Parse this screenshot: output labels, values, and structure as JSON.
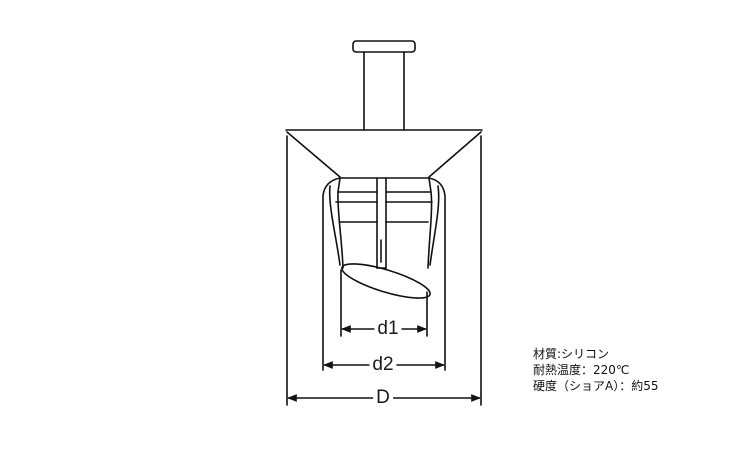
{
  "diagram": {
    "type": "technical-drawing",
    "subject": "silicone plug / stopper with pull tab",
    "line_color": "#111111",
    "background": "#ffffff"
  },
  "dimensions": {
    "d1": "d1",
    "d2": "d2",
    "D": "D"
  },
  "specs": {
    "material": "材質:シリコン",
    "heat_resistance": "耐熱温度：220℃",
    "hardness": "硬度（ショアA）：約55"
  }
}
